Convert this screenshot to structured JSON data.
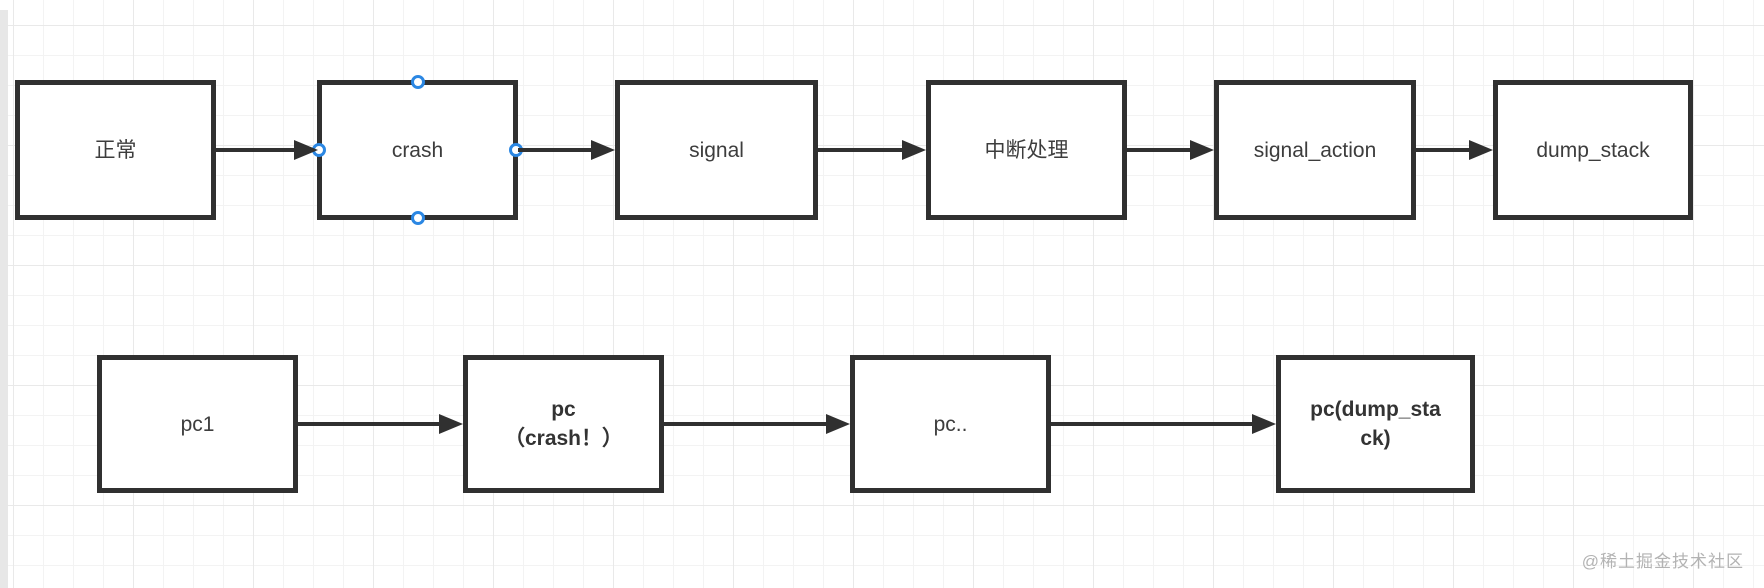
{
  "diagram": {
    "top_row": [
      {
        "label": "正常"
      },
      {
        "label": "crash",
        "selected": true
      },
      {
        "label": "signal"
      },
      {
        "label": "中断处理"
      },
      {
        "label": "signal_action"
      },
      {
        "label": "dump_stack"
      }
    ],
    "bottom_row": [
      {
        "label": "pc1"
      },
      {
        "label": "pc（crash！）",
        "lines": [
          "pc",
          "（crash！）"
        ],
        "bold": true
      },
      {
        "label": "pc.."
      },
      {
        "label": "pc(dump_stack)",
        "lines": [
          "pc(dump_sta",
          "ck)"
        ],
        "bold": true
      }
    ],
    "edges": [
      {
        "from": "正常",
        "to": "crash"
      },
      {
        "from": "crash",
        "to": "signal"
      },
      {
        "from": "signal",
        "to": "中断处理"
      },
      {
        "from": "中断处理",
        "to": "signal_action"
      },
      {
        "from": "signal_action",
        "to": "dump_stack"
      },
      {
        "from": "pc1",
        "to": "pc（crash！）"
      },
      {
        "from": "pc（crash！）",
        "to": "pc.."
      },
      {
        "from": "pc..",
        "to": "pc(dump_stack)"
      }
    ]
  },
  "selection": {
    "selected_node": "crash",
    "handle_color": "#2b87e3"
  },
  "watermark": {
    "text": "@稀土掘金技术社区"
  },
  "colors": {
    "stroke": "#303030",
    "node_fill": "#ffffff",
    "text": "#3d3d3d",
    "grid_minor": "#f3f3f3",
    "grid_major": "#e9e9e9",
    "selection_blue": "#2b87e3",
    "watermark_gray": "#b3b3b3"
  }
}
